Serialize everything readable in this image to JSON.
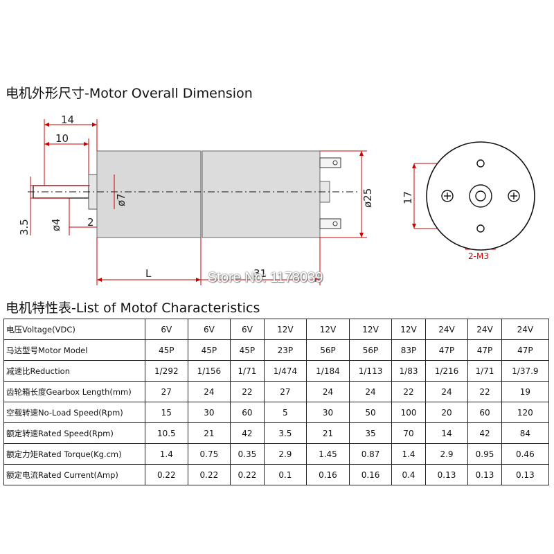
{
  "titles": {
    "dimension": "电机外形尺寸-Motor Overall Dimension",
    "characteristics": "电机特性表-List of Motof Characteristics"
  },
  "watermark": "Store No: 1178039",
  "drawing_labels": {
    "dim_14": "14",
    "dim_10": "10",
    "dim_3_5": "3.5",
    "dim_d4": "ø4",
    "dim_2": "2",
    "dim_d7": "ø7",
    "dim_d25": "ø25",
    "dim_L": "L",
    "dim_31": "31",
    "dim_17": "17",
    "dim_2m3": "2-M3"
  },
  "table": {
    "rows": [
      {
        "label": "电压Voltage(VDC)",
        "values": [
          "6V",
          "6V",
          "6V",
          "12V",
          "12V",
          "12V",
          "12V",
          "24V",
          "24V",
          "24V"
        ]
      },
      {
        "label": "马达型号Motor Model",
        "values": [
          "45P",
          "45P",
          "45P",
          "23P",
          "56P",
          "56P",
          "83P",
          "47P",
          "47P",
          "47P"
        ]
      },
      {
        "label": "减速比Reduction",
        "values": [
          "1/292",
          "1/156",
          "1/71",
          "1/474",
          "1/184",
          "1/113",
          "1/83",
          "1/216",
          "1/71",
          "1/37.9"
        ]
      },
      {
        "label": "齿轮箱长度Gearbox Length(mm)",
        "values": [
          "27",
          "24",
          "22",
          "27",
          "24",
          "24",
          "22",
          "24",
          "22",
          "19"
        ]
      },
      {
        "label": "空载转速No-Load Speed(Rpm)",
        "values": [
          "15",
          "30",
          "60",
          "5",
          "30",
          "50",
          "100",
          "20",
          "60",
          "120"
        ]
      },
      {
        "label": "额定转速Rated Speed(Rpm)",
        "values": [
          "10.5",
          "21",
          "42",
          "3.5",
          "21",
          "35",
          "70",
          "14",
          "42",
          "84"
        ]
      },
      {
        "label": "额定力矩Rated Torque(Kg.cm)",
        "values": [
          "1.4",
          "0.75",
          "0.35",
          "2.9",
          "1.45",
          "0.87",
          "1.4",
          "2.9",
          "0.95",
          "0.46"
        ]
      },
      {
        "label": "额定电流Rated Current(Amp)",
        "values": [
          "0.22",
          "0.22",
          "0.22",
          "0.1",
          "0.16",
          "0.16",
          "0.4",
          "0.13",
          "0.13",
          "0.13"
        ]
      }
    ]
  }
}
